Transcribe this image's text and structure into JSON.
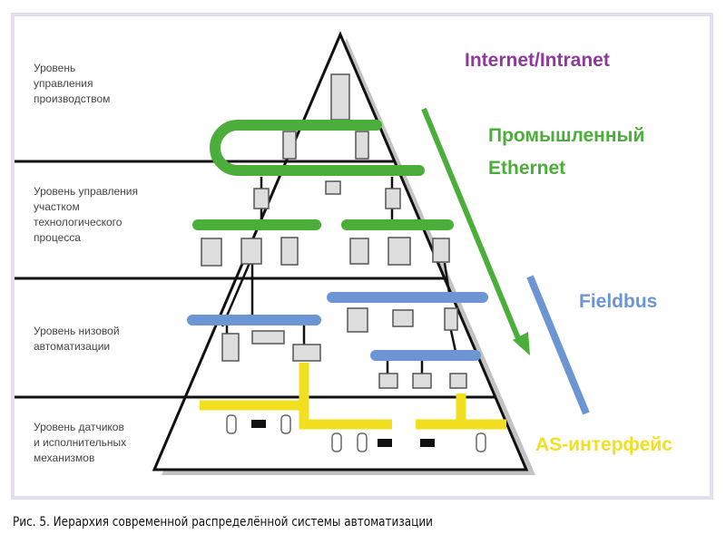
{
  "levels": [
    {
      "label": "Уровень\nуправления\nпроизводством"
    },
    {
      "label": "Уровень управления\nучастком\nтехнологического\nпроцесса"
    },
    {
      "label": "Уровень низовой\nавтоматизации"
    },
    {
      "label": "Уровень датчиков\nи исполнительных\nмеханизмов"
    }
  ],
  "networks": {
    "internet": {
      "label": "Internet/Intranet",
      "color": "#8e3a9c"
    },
    "ethernet": {
      "label": "Промышленный\nEthernet",
      "color": "#4cae3a"
    },
    "fieldbus": {
      "label": "Fieldbus",
      "color": "#6b95d3"
    },
    "asi": {
      "label": "AS-интерфейс",
      "color": "#f2e020"
    }
  },
  "caption": "Рис. 5. Иерархия современной распределённой системы автоматизации"
}
